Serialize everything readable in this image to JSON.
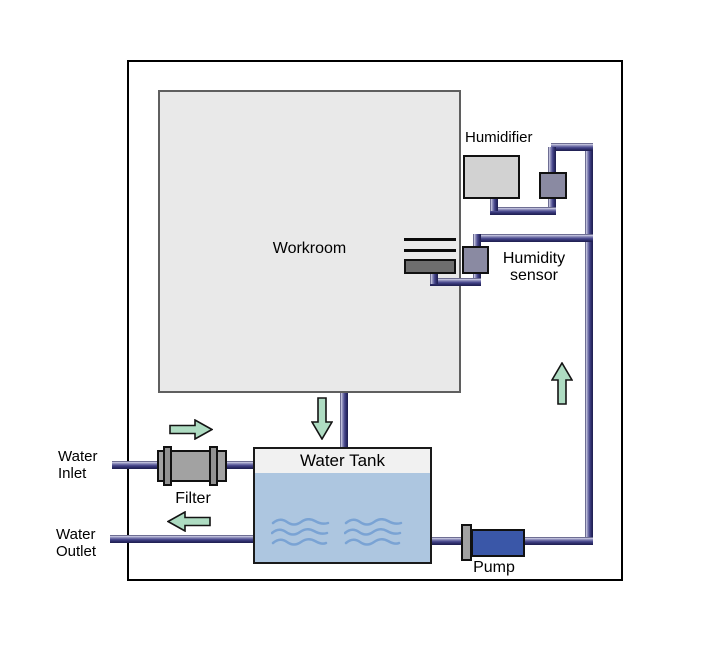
{
  "diagram": {
    "labels": {
      "workroom": "Workroom",
      "humidifier": "Humidifier",
      "humidity_sensor": {
        "line1": "Humidity",
        "line2": "sensor"
      },
      "water_tank": "Water Tank",
      "filter": "Filter",
      "pump": "Pump",
      "water_inlet": {
        "line1": "Water",
        "line2": "Inlet"
      },
      "water_outlet": {
        "line1": "Water",
        "line2": "Outlet"
      }
    },
    "arrows": [
      {
        "name": "inlet-flow-arrow",
        "direction": "right"
      },
      {
        "name": "outlet-flow-arrow",
        "direction": "left"
      },
      {
        "name": "workroom-drain-arrow",
        "direction": "down"
      },
      {
        "name": "riser-flow-arrow",
        "direction": "up"
      }
    ],
    "colors": {
      "pipe_light": "#cfcfe6",
      "pipe_mid": "#45458a",
      "pipe_dark": "#1f1f50",
      "water": "#adc6e0",
      "wave": "#7aa3d4",
      "arrow_fill": "#aedcc2",
      "workroom_fill": "#e9e9e9",
      "humidifier_fill": "#d2d2d2",
      "device_fill": "#8a8aa2",
      "plate_fill": "#6e6e6e",
      "filter_fill": "#a2a2a2",
      "pump_fill": "#3a57a8",
      "tank_header_fill": "#f1f1f1",
      "outline": "#111111"
    }
  }
}
